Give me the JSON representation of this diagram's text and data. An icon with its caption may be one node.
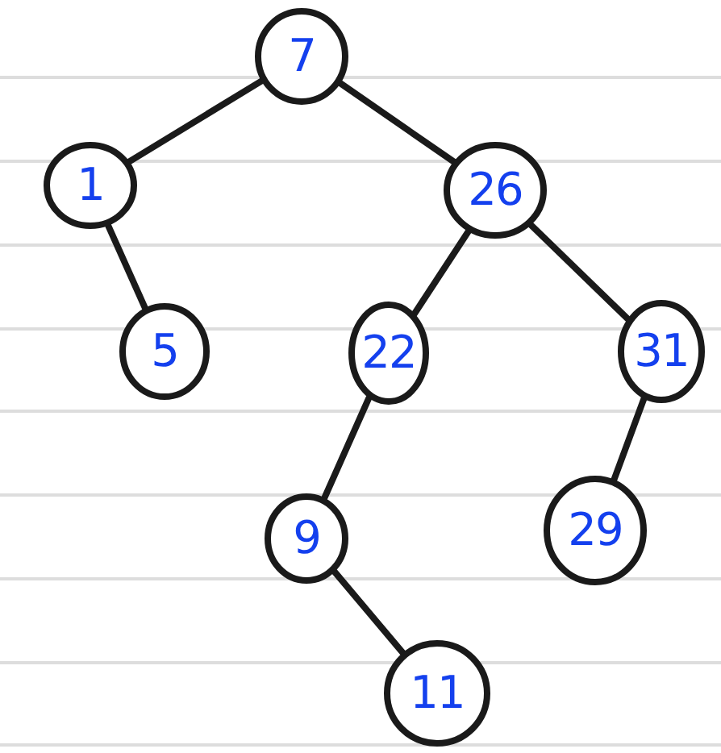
{
  "diagram": {
    "nodes": [
      {
        "text": [
          "7"
        ]
      },
      {
        "text": [
          "1"
        ]
      },
      {
        "text": [
          "26"
        ]
      },
      {
        "text": [
          "5"
        ]
      },
      {
        "text": [
          "22"
        ]
      },
      {
        "text": [
          "31"
        ]
      },
      {
        "text": [
          "9"
        ]
      },
      {
        "text": [
          "29"
        ]
      },
      {
        "text": [
          "11"
        ]
      }
    ],
    "edges": [
      {
        "from": 0,
        "to": 1,
        "arrow": "none"
      },
      {
        "from": 0,
        "to": 2,
        "arrow": "none"
      },
      {
        "from": 1,
        "to": 3,
        "arrow": "none"
      },
      {
        "from": 2,
        "to": 4,
        "arrow": "none"
      },
      {
        "from": 2,
        "to": 5,
        "arrow": "none"
      },
      {
        "from": 4,
        "to": 6,
        "arrow": "none"
      },
      {
        "from": 5,
        "to": 7,
        "arrow": "none"
      },
      {
        "from": 6,
        "to": 8,
        "arrow": "none"
      }
    ]
  }
}
